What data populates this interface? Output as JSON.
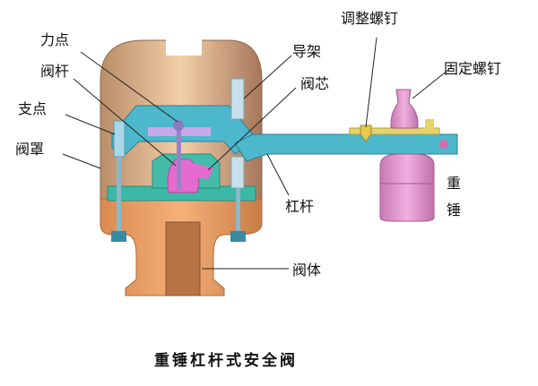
{
  "labels": {
    "force_point": "力点",
    "valve_stem": "阀杆",
    "fulcrum": "支点",
    "valve_cover": "阀罩",
    "guide_frame": "导架",
    "valve_core": "阀芯",
    "adjust_screw": "调整螺钉",
    "fixed_screw": "固定螺钉",
    "weight_1": "重",
    "weight_2": "锤",
    "lever": "杠杆",
    "valve_body": "阀体"
  },
  "caption": "重锤杠杆式安全阀",
  "colors": {
    "cover": "#c9a07a",
    "body": "#e0955a",
    "lever": "#4db8cc",
    "pink": "#e07ad0",
    "weight": "#d98fc8",
    "brass": "#e6d36a"
  }
}
